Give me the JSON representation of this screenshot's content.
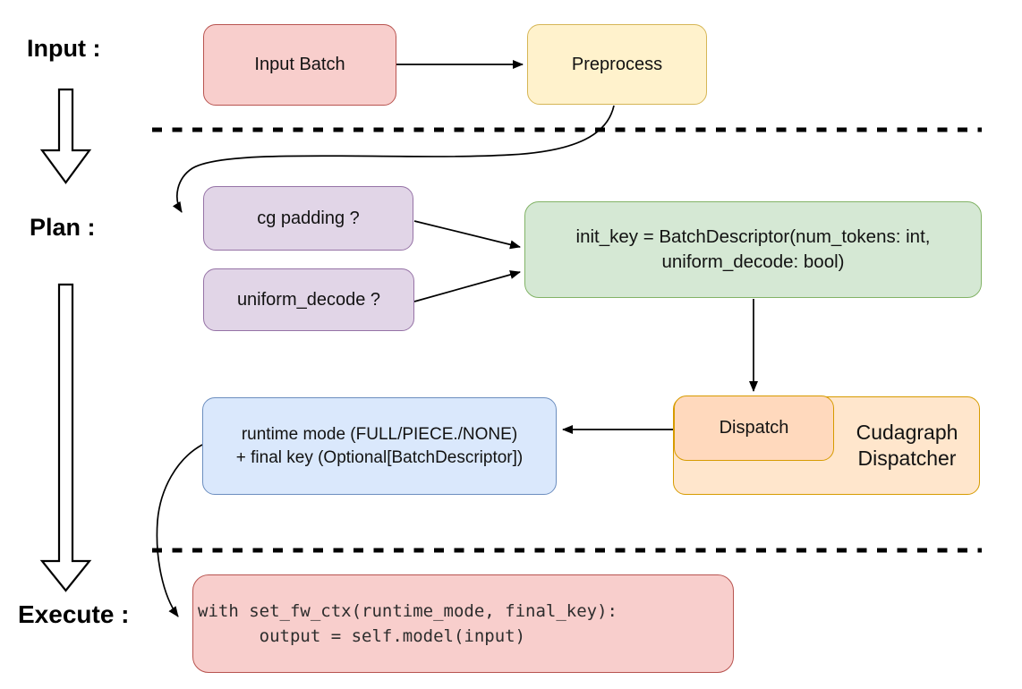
{
  "stage_labels": {
    "input": "Input :",
    "plan": "Plan :",
    "execute": "Execute :"
  },
  "nodes": {
    "input_batch": {
      "label": "Input Batch"
    },
    "preprocess": {
      "label": "Preprocess"
    },
    "cg_padding": {
      "label": "cg padding ?"
    },
    "uniform_decode": {
      "label": "uniform_decode ?"
    },
    "init_key": {
      "line1": "init_key = BatchDescriptor(num_tokens: int,",
      "line2": "uniform_decode: bool)"
    },
    "runtime_mode": {
      "line1": "runtime mode (FULL/PIECE./NONE)",
      "line2": "+ final key (Optional[BatchDescriptor])"
    },
    "dispatch": {
      "label": "Dispatch"
    },
    "cudagraph_dispatcher": {
      "line1": "Cudagraph",
      "line2": "Dispatcher"
    },
    "execute_code": {
      "line1": "with set_fw_ctx(runtime_mode, final_key):",
      "line2": "      output = self.model(input)"
    }
  },
  "colors": {
    "red_fill": "#f8cecc",
    "red_stroke": "#b85450",
    "yellow_fill": "#fff2cc",
    "yellow_stroke": "#d6b656",
    "purple_fill": "#e1d5e7",
    "purple_stroke": "#9673a6",
    "green_fill": "#d5e8d4",
    "green_stroke": "#82b366",
    "blue_fill": "#dae8fc",
    "blue_stroke": "#6c8ebf",
    "orange_fill": "#ffe6cc",
    "orange_inner_fill": "#ffd9bd",
    "orange_stroke": "#d79b00",
    "connector": "#000000"
  }
}
